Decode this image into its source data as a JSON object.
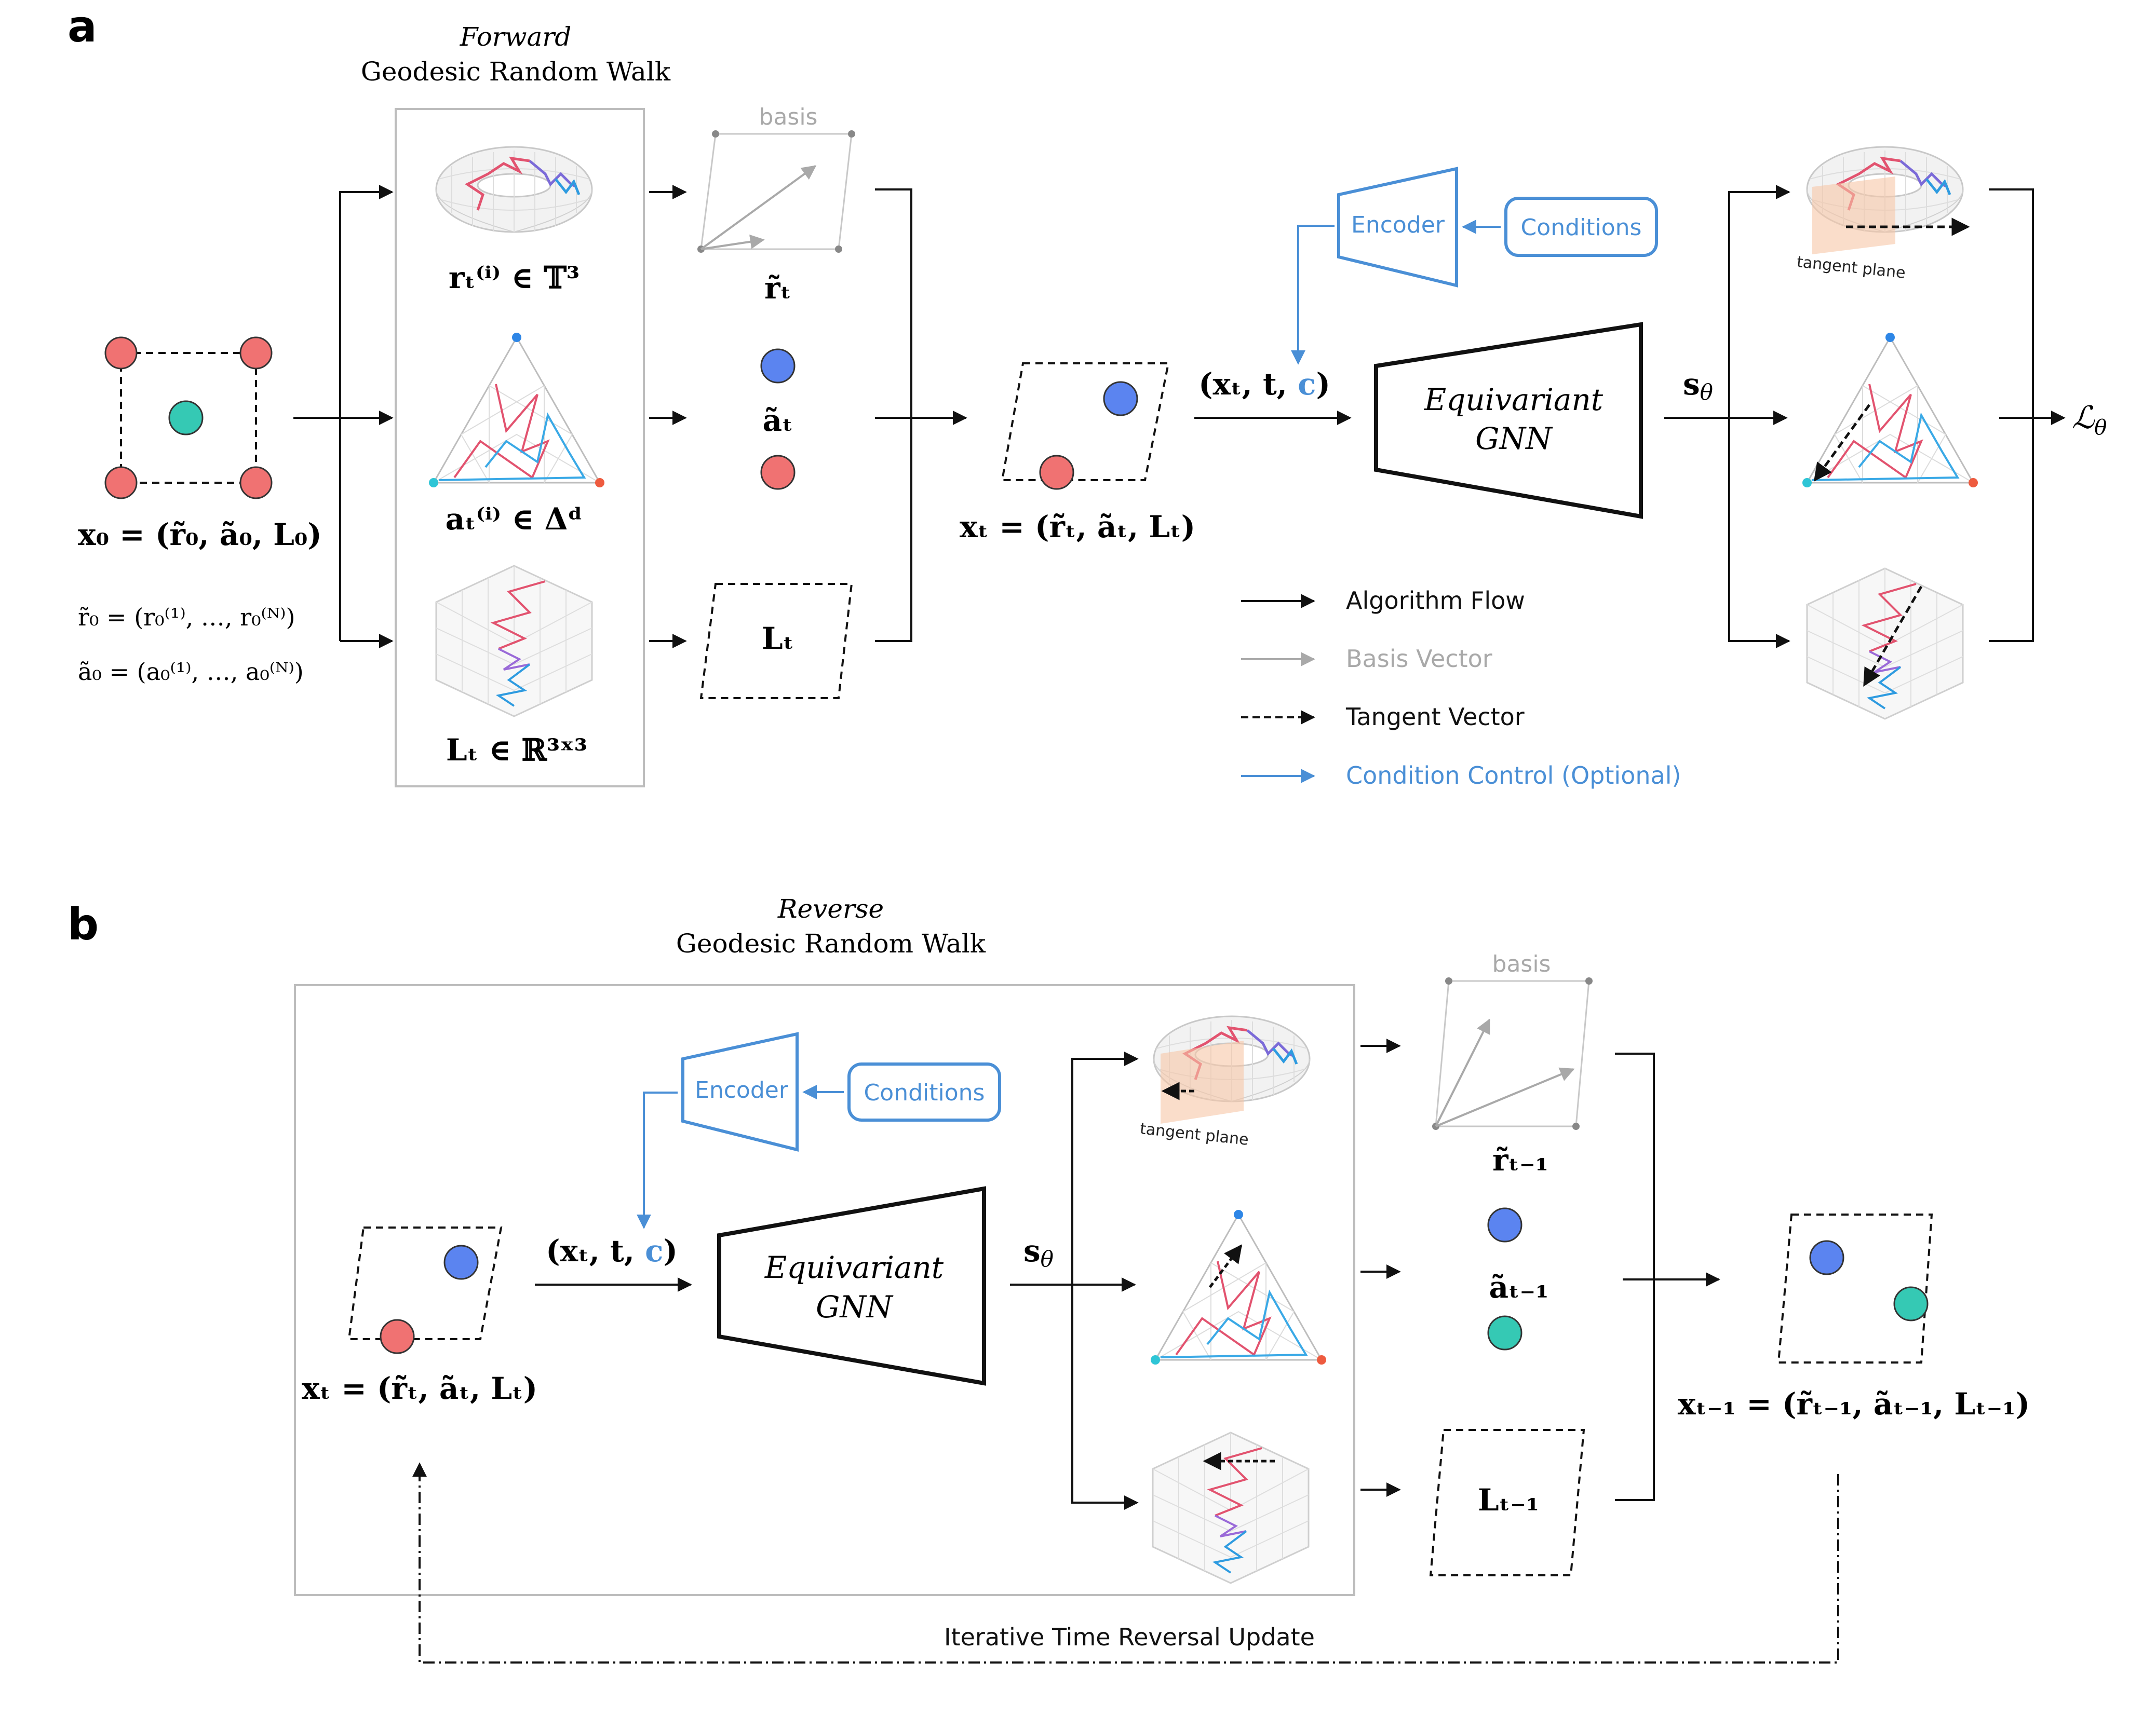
{
  "panel_a": {
    "letter": "a",
    "forward_title_line1": "Forward",
    "forward_title_line2": "Geodesic Random Walk",
    "x0_label": "x₀ = (r̃₀, ã₀, L₀)",
    "r0_def": "r̃₀ = (r₀⁽¹⁾, …, r₀⁽ᴺ⁾)",
    "a0_def": "ã₀ = (a₀⁽¹⁾, …, a₀⁽ᴺ⁾)",
    "torus_label": "rₜ⁽ⁱ⁾ ∈ 𝕋³",
    "simplex_label": "aₜ⁽ⁱ⁾ ∈ Δᵈ",
    "lattice_label": "Lₜ ∈ ℝ³ˣ³",
    "basis_label": "basis",
    "rt_label": "r̃ₜ",
    "at_label": "ãₜ",
    "Lt_label": "Lₜ",
    "xt_label": "xₜ = (r̃ₜ, ãₜ, Lₜ)",
    "input_label_prefix": "(xₜ, t, ",
    "input_label_c": "c",
    "input_label_suffix": ")",
    "encoder": "Encoder",
    "conditions": "Conditions",
    "gnn_line1": "Equivariant",
    "gnn_line2": "GNN",
    "score": "s",
    "score_sub": "θ",
    "tangent_plane": "tangent plane",
    "loss": "ℒ",
    "loss_sub": "θ"
  },
  "legend": {
    "items": [
      {
        "label": "Algorithm Flow",
        "color": "#111111",
        "style": "solid"
      },
      {
        "label": "Basis Vector",
        "color": "#a9a9a9",
        "style": "solid"
      },
      {
        "label": "Tangent Vector",
        "color": "#111111",
        "style": "dashed"
      },
      {
        "label": "Condition Control (Optional)",
        "color": "#4a8fd6",
        "style": "solid"
      }
    ]
  },
  "panel_b": {
    "letter": "b",
    "reverse_title_line1": "Reverse",
    "reverse_title_line2": "Geodesic Random Walk",
    "encoder": "Encoder",
    "conditions": "Conditions",
    "input_label_prefix": "(xₜ, t, ",
    "input_label_c": "c",
    "input_label_suffix": ")",
    "gnn_line1": "Equivariant",
    "gnn_line2": "GNN",
    "score": "s",
    "score_sub": "θ",
    "tangent_plane": "tangent plane",
    "basis_label": "basis",
    "rt1_label": "r̃ₜ₋₁",
    "at1_label": "ãₜ₋₁",
    "Lt1_label": "Lₜ₋₁",
    "xt_label": "xₜ = (r̃ₜ, ãₜ, Lₜ)",
    "xt1_label": "xₜ₋₁ = (r̃ₜ₋₁, ãₜ₋₁, Lₜ₋₁)",
    "iterative": "Iterative Time Reversal Update"
  },
  "colors": {
    "red_atom": "#f07272",
    "blue_atom": "#5b84f0",
    "teal_atom": "#35c9b4",
    "accent_blue": "#4a8fd6",
    "basis_grey": "#a9a9a9",
    "box_grey": "#bdbdbd",
    "tangent_plane": "#f6c7a6"
  }
}
